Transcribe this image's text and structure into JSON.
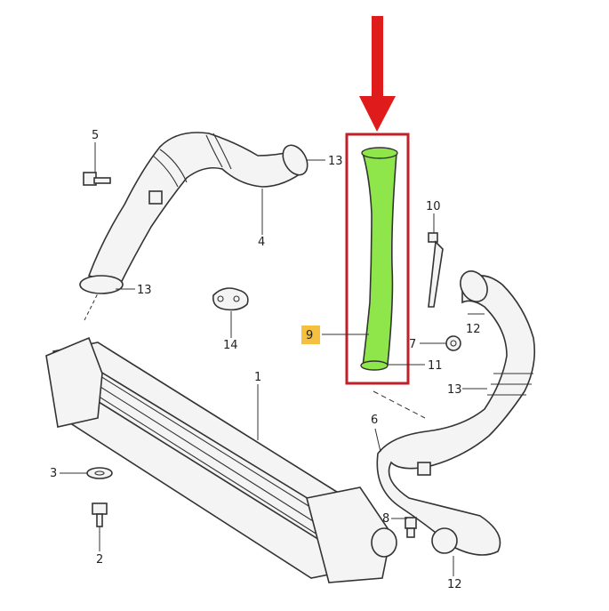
{
  "labels": {
    "p1": "1",
    "p2": "2",
    "p3": "3",
    "p4": "4",
    "p5": "5",
    "p6": "6",
    "p7": "7",
    "p8": "8",
    "p9": "9",
    "p10": "10",
    "p11": "11",
    "p12a": "12",
    "p12b": "12",
    "p13a": "13",
    "p13b": "13",
    "p13c": "13",
    "p14": "14"
  },
  "colors": {
    "highlight_part": "#8ee64a",
    "highlight_box": "#c0202a",
    "arrow": "#e01b1b",
    "label_9_bg": "#f5c040"
  }
}
